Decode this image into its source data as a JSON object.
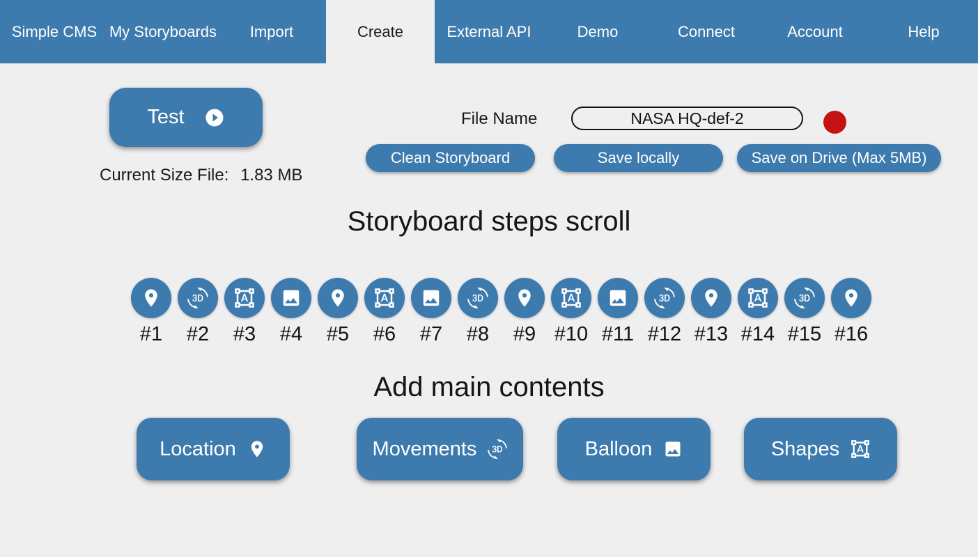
{
  "colors": {
    "accent_blue": "#3d7bae",
    "record_red": "#c51212",
    "page_background": "#efeff0"
  },
  "nav": {
    "items": [
      {
        "label": "Simple CMS",
        "active": false
      },
      {
        "label": "My Storyboards",
        "active": false
      },
      {
        "label": "Import",
        "active": false
      },
      {
        "label": "Create",
        "active": true
      },
      {
        "label": "External API",
        "active": false
      },
      {
        "label": "Demo",
        "active": false
      },
      {
        "label": "Connect",
        "active": false
      },
      {
        "label": "Account",
        "active": false
      },
      {
        "label": "Help",
        "active": false
      }
    ]
  },
  "toolbar": {
    "test_label": "Test",
    "test_icon": "play-circle-icon",
    "current_size_label": "Current Size File:",
    "current_size_value": "1.83 MB",
    "file_name_label": "File Name",
    "file_name_value": "NASA HQ-def-2",
    "clean_label": "Clean Storyboard",
    "save_locally_label": "Save locally",
    "save_drive_label": "Save on Drive (Max 5MB)"
  },
  "steps": {
    "heading": "Storyboard steps scroll",
    "items": [
      {
        "label": "#1",
        "icon": "place-icon"
      },
      {
        "label": "#2",
        "icon": "3d-rotation-icon"
      },
      {
        "label": "#3",
        "icon": "shapes-icon"
      },
      {
        "label": "#4",
        "icon": "image-icon"
      },
      {
        "label": "#5",
        "icon": "place-icon"
      },
      {
        "label": "#6",
        "icon": "shapes-icon"
      },
      {
        "label": "#7",
        "icon": "image-icon"
      },
      {
        "label": "#8",
        "icon": "3d-rotation-icon"
      },
      {
        "label": "#9",
        "icon": "place-icon"
      },
      {
        "label": "#10",
        "icon": "shapes-icon"
      },
      {
        "label": "#11",
        "icon": "image-icon"
      },
      {
        "label": "#12",
        "icon": "3d-rotation-icon"
      },
      {
        "label": "#13",
        "icon": "place-icon"
      },
      {
        "label": "#14",
        "icon": "shapes-icon"
      },
      {
        "label": "#15",
        "icon": "3d-rotation-icon"
      },
      {
        "label": "#16",
        "icon": "place-icon"
      }
    ]
  },
  "contents": {
    "heading": "Add main contents",
    "buttons": [
      {
        "label": "Location",
        "icon": "place-icon"
      },
      {
        "label": "Movements",
        "icon": "3d-rotation-icon"
      },
      {
        "label": "Balloon",
        "icon": "image-icon"
      },
      {
        "label": "Shapes",
        "icon": "shapes-icon"
      }
    ]
  }
}
